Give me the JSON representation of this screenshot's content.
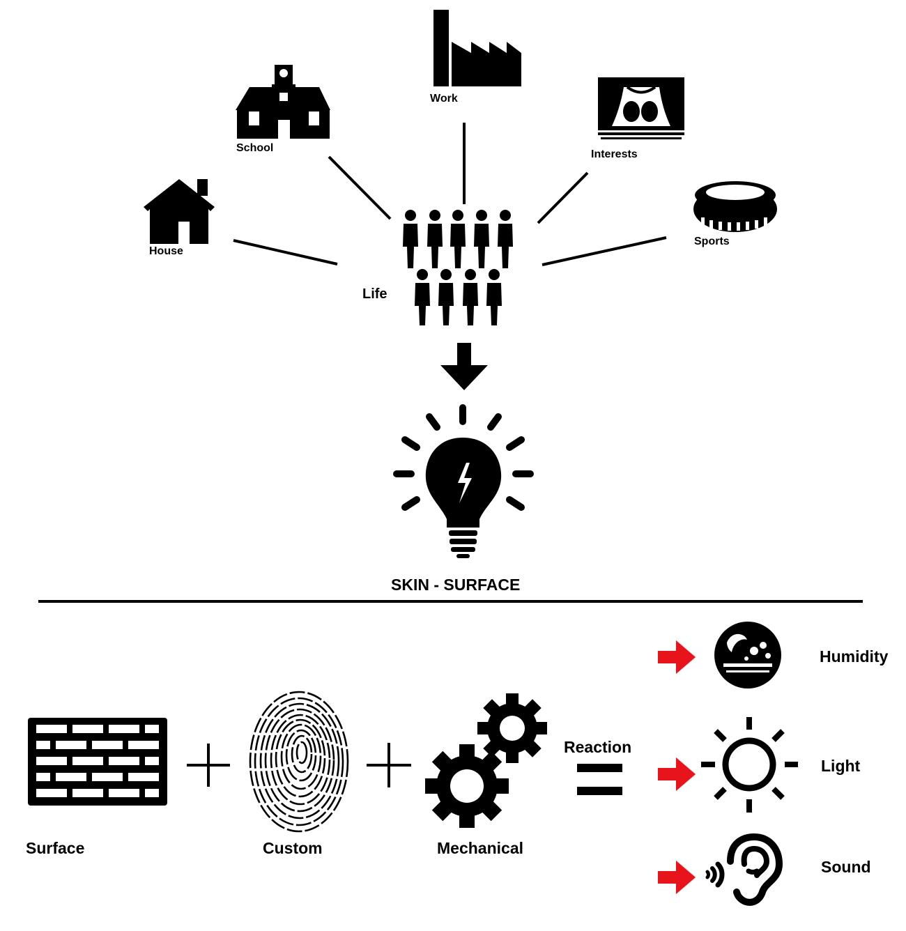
{
  "diagram": {
    "top": {
      "hub_label": "Life",
      "nodes": [
        {
          "id": "house",
          "label": "House",
          "icon": "house-icon"
        },
        {
          "id": "school",
          "label": "School",
          "icon": "school-icon"
        },
        {
          "id": "work",
          "label": "Work",
          "icon": "factory-icon"
        },
        {
          "id": "interests",
          "label": "Interests",
          "icon": "theater-icon"
        },
        {
          "id": "sports",
          "label": "Sports",
          "icon": "stadium-icon"
        }
      ],
      "hub_icon": "people-crowd-icon",
      "arrow_icon": "down-arrow-icon",
      "result_icon": "lightbulb-icon",
      "result_label": "SKIN - SURFACE"
    },
    "equation": {
      "terms": [
        {
          "label": "Surface",
          "icon": "brick-wall-icon"
        },
        {
          "label": "Custom",
          "icon": "fingerprint-icon"
        },
        {
          "label": "Mechanical",
          "icon": "gears-icon"
        }
      ],
      "operator_plus": "+",
      "operator_equals": "=",
      "result_label": "Reaction",
      "reactions": [
        {
          "label": "Humidity",
          "icon": "humidity-icon",
          "arrow_color": "#e8141b"
        },
        {
          "label": "Light",
          "icon": "sun-icon",
          "arrow_color": "#e8141b"
        },
        {
          "label": "Sound",
          "icon": "ear-icon",
          "arrow_color": "#e8141b"
        }
      ]
    }
  }
}
